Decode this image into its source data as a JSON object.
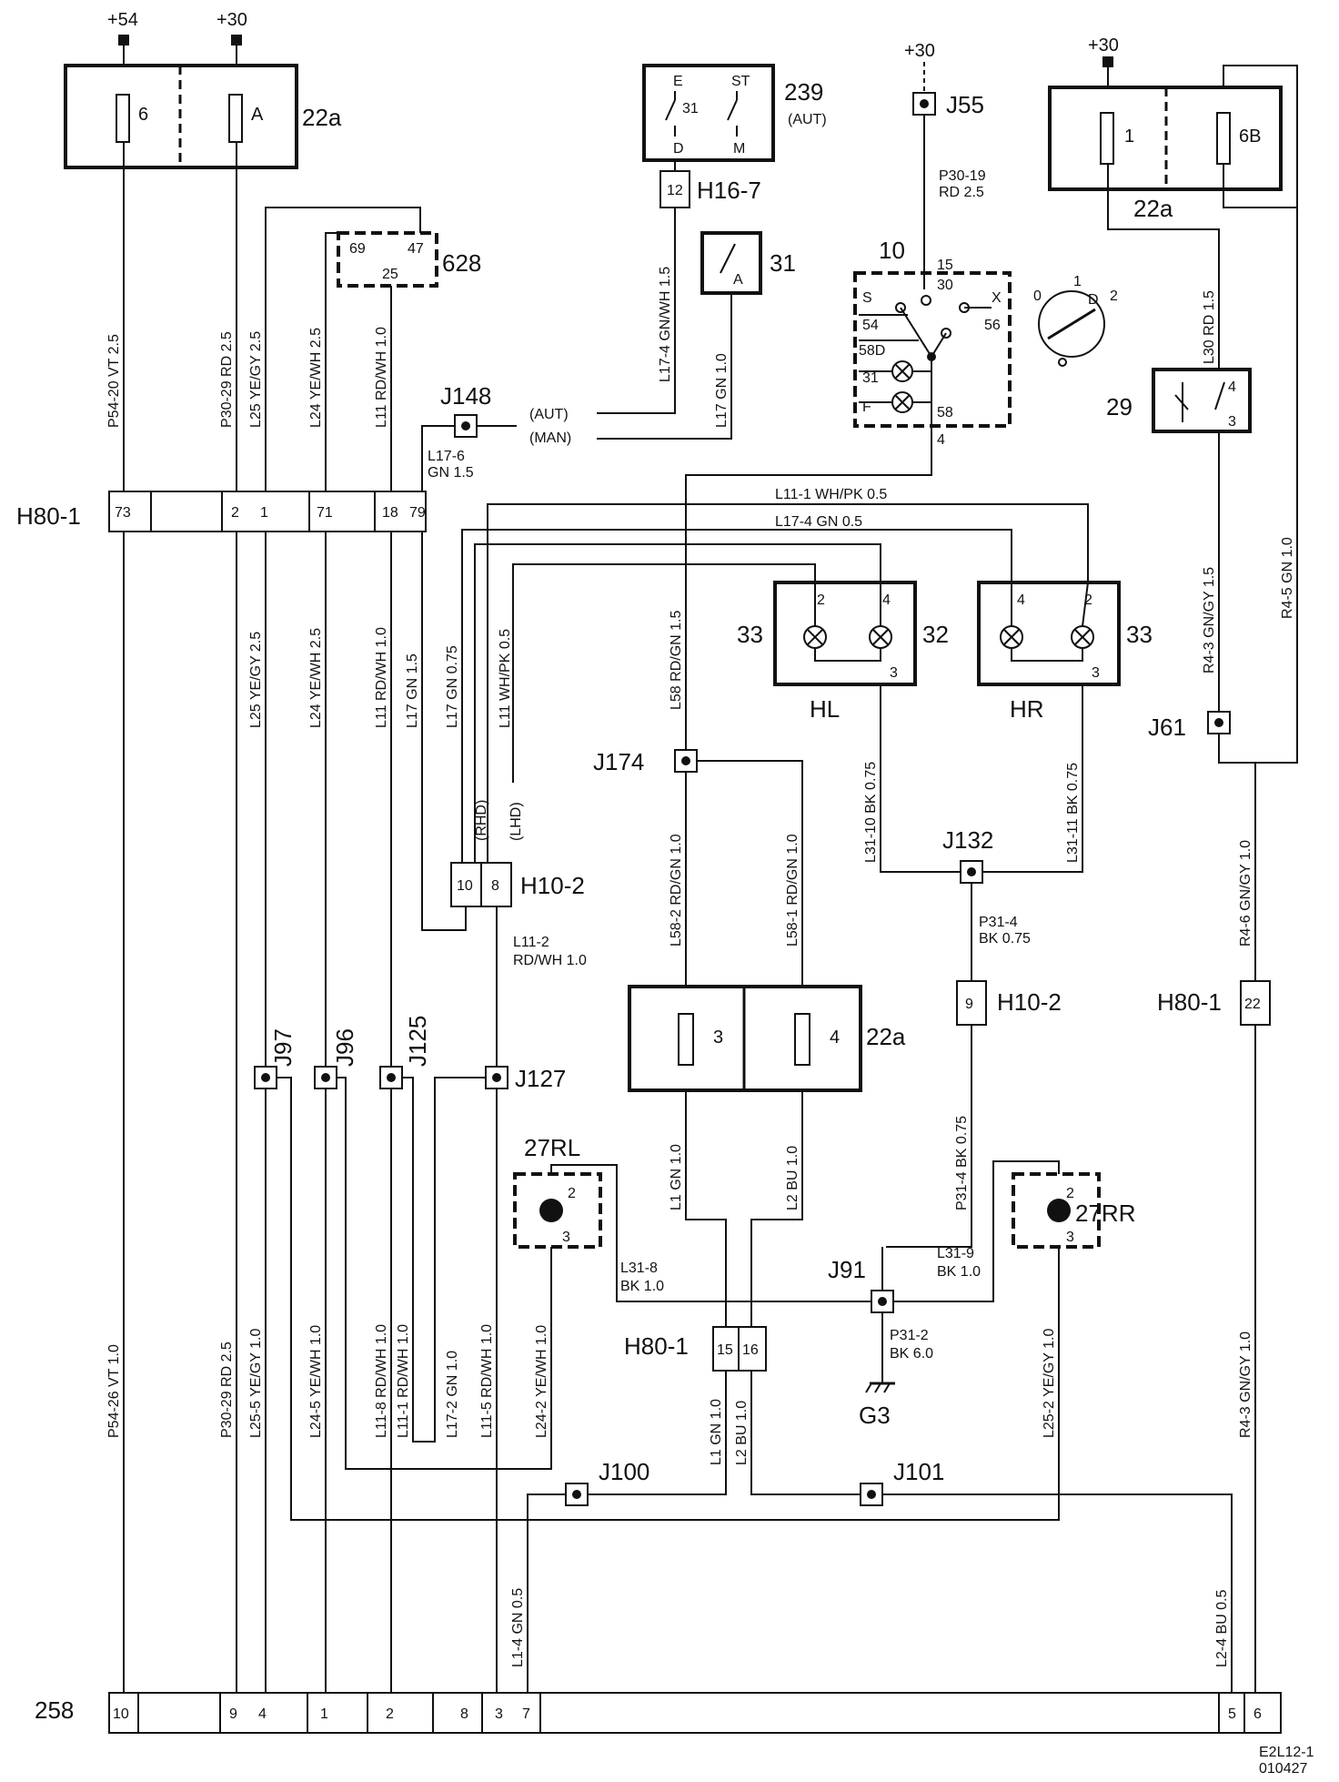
{
  "supplies": {
    "s54": "+54",
    "s30a": "+30",
    "s30b": "+30",
    "s30c": "+30"
  },
  "fuse_box_top_left": {
    "ref": "22a",
    "fuse1": "6",
    "fuse2": "A"
  },
  "fuse_box_top_right": {
    "ref": "22a",
    "fuse1": "1",
    "fuse2": "6B"
  },
  "fuse_box_mid": {
    "ref": "22a",
    "fuse1": "3",
    "fuse2": "4"
  },
  "c628": {
    "ref": "628",
    "p69": "69",
    "p47": "47",
    "p25": "25"
  },
  "c239": {
    "ref": "239",
    "sub": "(AUT)",
    "pE": "E",
    "pST": "ST",
    "p31": "31",
    "pD": "D",
    "pM": "M"
  },
  "h16_7": {
    "ref": "H16-7",
    "pin": "12"
  },
  "c31": {
    "ref": "31",
    "pin": "A"
  },
  "j55": {
    "ref": "J55",
    "wire": "P30-19",
    "wire2": "RD 2.5"
  },
  "switch10": {
    "ref": "10",
    "t15": "15",
    "t30": "30",
    "tS": "S",
    "tX": "X",
    "t54": "54",
    "t56": "56",
    "t58D": "58D",
    "t31": "31",
    "tF": "F",
    "t58": "58",
    "t4": "4"
  },
  "knob": {
    "k0": "0",
    "k1": "1",
    "k2": "2",
    "kD": "D"
  },
  "relay29": {
    "ref": "29",
    "p4": "4",
    "p3": "3"
  },
  "j148": {
    "ref": "J148",
    "aut": "(AUT)",
    "man": "(MAN)",
    "wire": "L17-6",
    "wire2": "GN 1.5"
  },
  "h80_top": {
    "ref": "H80-1",
    "pins": [
      "73",
      "2",
      "1",
      "71",
      "18",
      "79"
    ]
  },
  "bus": {
    "b1": "L11-1  WH/PK  0.5",
    "b2": "L17-4  GN  0.5"
  },
  "lamps": {
    "hl": "HL",
    "hr": "HR",
    "l33a": "33",
    "l32": "32",
    "l33b": "33",
    "p2a": "2",
    "p4a": "4",
    "p3a": "3",
    "p4b": "4",
    "p2b": "2",
    "p3b": "3"
  },
  "j61": "J61",
  "j174": "J174",
  "j132": {
    "ref": "J132",
    "wire": "P31-4",
    "wire2": "BK  0.75"
  },
  "h10_2": {
    "ref": "H10-2",
    "p10": "10",
    "p8": "8",
    "rhd": "(RHD)",
    "lhd": "(LHD)",
    "wire": "L11-2",
    "wire2": "RD/WH  1.0"
  },
  "h10_2b": {
    "ref": "H10-2",
    "pin": "9"
  },
  "h80_right": {
    "ref": "H80-1",
    "pin": "22"
  },
  "splices": {
    "j97": "J97",
    "j96": "J96",
    "j125": "J125",
    "j127": "J127",
    "j100": "J100",
    "j101": "J101",
    "j91": "J91"
  },
  "rl": {
    "ref": "27RL",
    "p2": "2",
    "p3": "3"
  },
  "rr": {
    "ref": "27RR",
    "p2": "2",
    "p3": "3"
  },
  "l31_8": {
    "a": "L31-8",
    "b": "BK  1.0"
  },
  "l31_9": {
    "a": "L31-9",
    "b": "BK  1.0"
  },
  "h80_mid": {
    "ref": "H80-1",
    "p15": "15",
    "p16": "16"
  },
  "ground": {
    "ref": "G3",
    "wire": "P31-2",
    "wire2": "BK  6.0"
  },
  "c258": {
    "ref": "258",
    "pins": [
      "10",
      "9",
      "4",
      "1",
      "2",
      "8",
      "3",
      "7",
      "5",
      "6"
    ]
  },
  "wires_vertical": {
    "v1": "P54-20  VT  2.5",
    "v2": "P30-29  RD  2.5",
    "v3": "L25  YE/GY  2.5",
    "v4": "L24  YE/WH  2.5",
    "v5": "L11  RD/WH  1.0",
    "v6": "L17-4  GN/WH  1.5",
    "v7": "L17  GN  1.0",
    "v8": "L30  RD  1.5",
    "v9": "L25  YE/GY  2.5",
    "v10": "L24  YE/WH  2.5",
    "v11": "L11  RD/WH  1.0",
    "v12": "L17  GN  1.5",
    "v13": "L17  GN  0.75",
    "v14": "L11  WH/PK  0.5",
    "v15": "L58  RD/GN  1.5",
    "v16": "R4-3  GN/GY  1.5",
    "v17": "R4-5  GN  1.0",
    "v18": "L58-2  RD/GN  1.0",
    "v19": "L58-1  RD/GN  1.0",
    "v20": "L31-10  BK  0.75",
    "v21": "L31-11  BK  0.75",
    "v22": "R4-6  GN/GY  1.0",
    "v23": "L1  GN  1.0",
    "v24": "L2  BU  1.0",
    "v25": "P31-4  BK  0.75",
    "v26": "P54-26  VT  1.0",
    "v27": "P30-29  RD  2.5",
    "v28": "L25-5  YE/GY  1.0",
    "v29": "L24-5  YE/WH  1.0",
    "v30": "L11-8  RD/WH  1.0",
    "v31": "L11-1  RD/WH  1.0",
    "v32": "L17-2  GN  1.0",
    "v33": "L11-5  RD/WH  1.0",
    "v34": "L24-2  YE/WH  1.0",
    "v35": "L1  GN  1.0",
    "v36": "L2  BU  1.0",
    "v37": "L25-2  YE/GY  1.0",
    "v38": "R4-3  GN/GY  1.0",
    "v39": "L1-4  GN  0.5",
    "v40": "L2-4  BU  0.5"
  },
  "footer": {
    "code": "E2L12-1",
    "date": "010427"
  }
}
